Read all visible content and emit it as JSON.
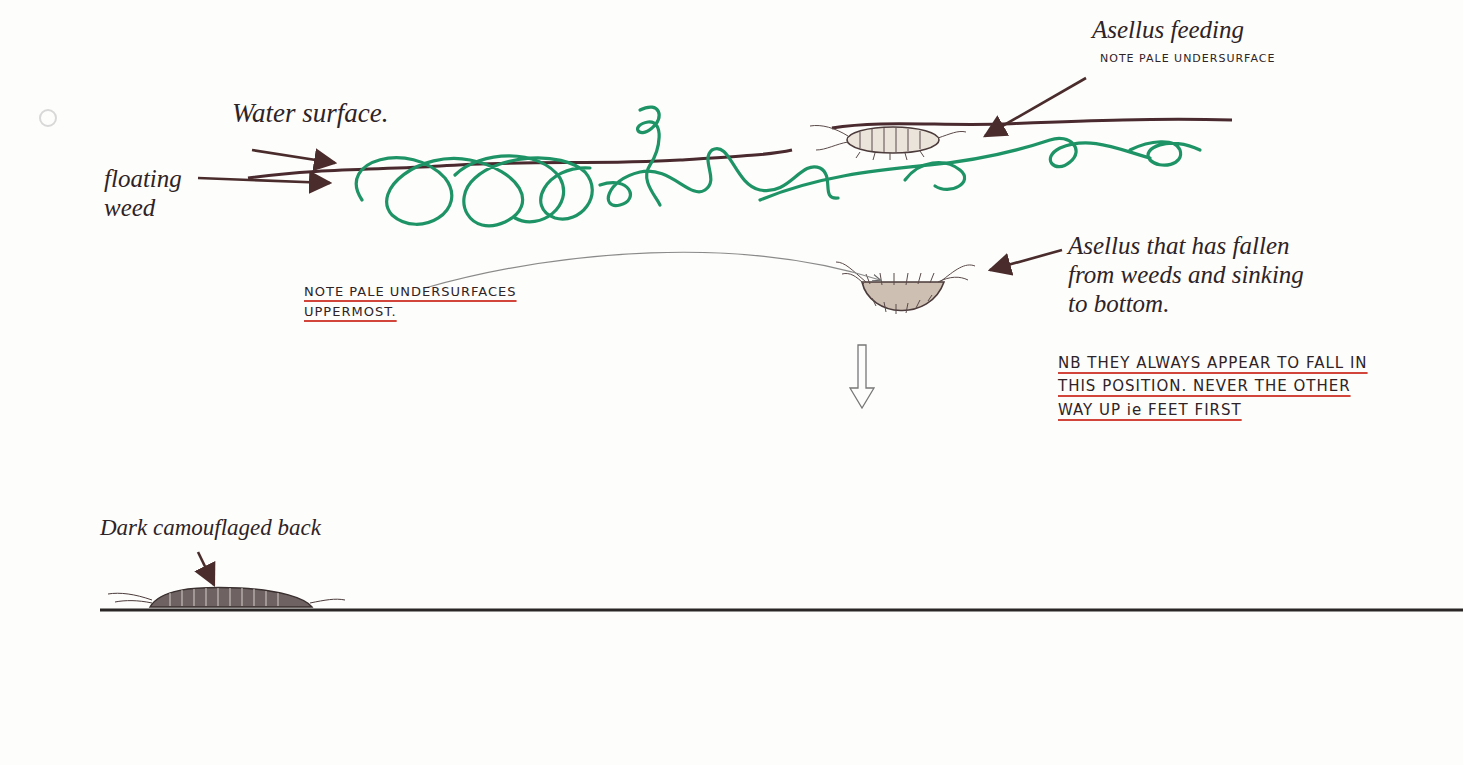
{
  "diagram": {
    "labels": [
      "Water surface.",
      "floating weed",
      "Asellus feeding",
      "NOTE PALE UNDERSURFACE",
      "NOTE PALE UNDERSURFACES UPPERMOST.",
      "Asellus that has fallen from weeds and sinking to bottom.",
      "NB THEY ALWAYS APPEAR TO FALL IN THIS POSITION. NEVER THE OTHER WAY UP ie FEET FIRST",
      "Dark camouflaged back"
    ]
  }
}
